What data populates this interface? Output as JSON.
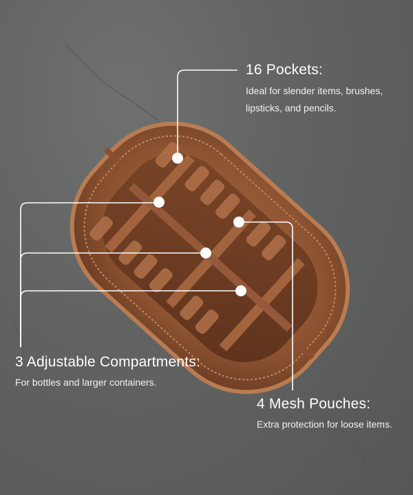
{
  "pockets": {
    "title": "16 Pockets:",
    "line1": "Ideal for slender items, brushes,",
    "line2": "lipsticks, and pencils."
  },
  "compartments": {
    "title": "3 Adjustable Compartments:",
    "body": "For bottles and larger containers."
  },
  "mesh": {
    "title": "4 Mesh Pouches:",
    "body": "Extra protection for loose items."
  },
  "colors": {
    "background": "#5e5f5f",
    "bag": "#9a5d3a",
    "callout": "#ffffff"
  }
}
